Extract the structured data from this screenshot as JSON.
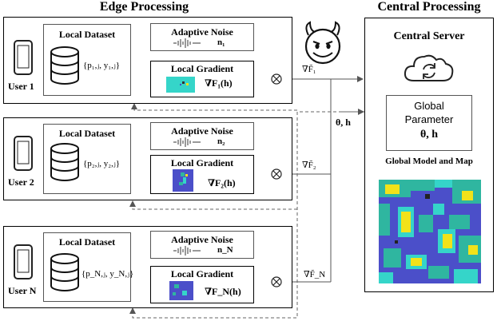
{
  "edge": {
    "title": "Edge Processing"
  },
  "central": {
    "title": "Central Processing",
    "server_title": "Central Server",
    "param_line1": "Global",
    "param_line2": "Parameter",
    "param_symbols": "θ, h",
    "model_title": "Global Model and Map"
  },
  "link_label": "θ, h",
  "users": [
    {
      "name": "User 1",
      "dataset_title": "Local Dataset",
      "dataset_math": "{p₁,ⱼ, y₁,ⱼ}",
      "noise_title": "Adaptive Noise",
      "noise_symbol": "n₁",
      "gradient_title": "Local Gradient",
      "gradient_symbol": "∇F₁(h)",
      "output_symbol": "∇F̃₁"
    },
    {
      "name": "User 2",
      "dataset_title": "Local Dataset",
      "dataset_math": "{p₂,ⱼ, y₂,ⱼ}",
      "noise_title": "Adaptive Noise",
      "noise_symbol": "n₂",
      "gradient_title": "Local Gradient",
      "gradient_symbol": "∇F₂(h)",
      "output_symbol": "∇F̃₂"
    },
    {
      "name": "User N",
      "dataset_title": "Local Dataset",
      "dataset_math": "{p_N,ⱼ, y_N,ⱼ}",
      "noise_title": "Adaptive Noise",
      "noise_symbol": "n_N",
      "gradient_title": "Local Gradient",
      "gradient_symbol": "∇F_N(h)",
      "output_symbol": "∇F̃_N"
    }
  ],
  "colors": {
    "map_background": "#4b4fc9",
    "map_accent_yellow": "#f2e21a",
    "map_accent_teal": "#2fb6a0",
    "gradient_thumb_teal": "#35d5c9"
  }
}
